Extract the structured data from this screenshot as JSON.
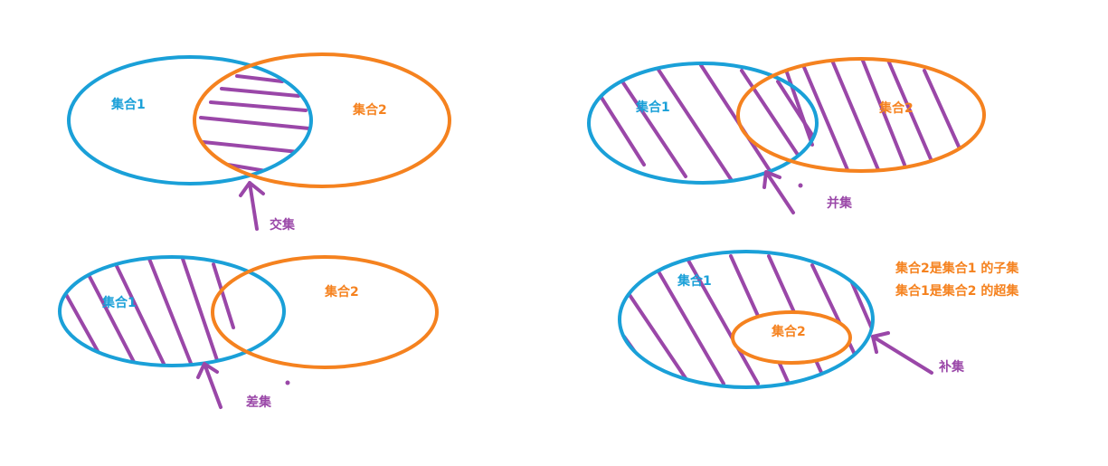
{
  "colors": {
    "set1": "#1aa0d8",
    "set2": "#f5821f",
    "hatch": "#9a47a8"
  },
  "panels": {
    "intersection": {
      "set1_label": "集合1",
      "set2_label": "集合2",
      "caption": "交集"
    },
    "union": {
      "set1_label": "集合1",
      "set2_label": "集合2",
      "caption": "并集"
    },
    "difference": {
      "set1_label": "集合1",
      "set2_label": "集合2",
      "caption": "差集"
    },
    "complement": {
      "set1_label": "集合1",
      "set2_label": "集合2",
      "caption": "补集",
      "note_line1": "集合2是集合1 的子集",
      "note_line2": "集合1是集合2 的超集"
    }
  }
}
